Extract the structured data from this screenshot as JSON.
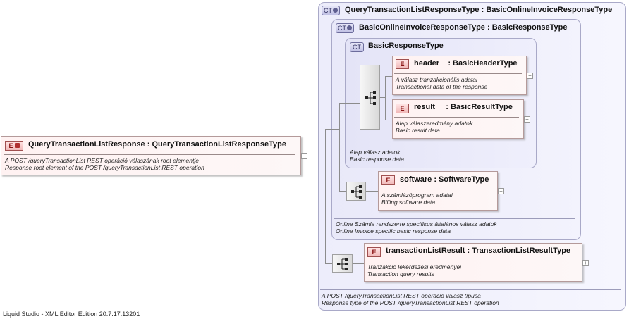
{
  "footer": "Liquid Studio - XML Editor Edition 20.7.17.13201",
  "root_element": {
    "badge": "E",
    "name": "QueryTransactionListResponse",
    "type": "QueryTransactionListResponseType",
    "doc_hu": "A POST /queryTransactionList REST operáció válaszának root elementje",
    "doc_en": "Response root element of the POST /queryTransactionList REST operation"
  },
  "outer_type": {
    "badge": "CT",
    "name": "QueryTransactionListResponseType",
    "base": "BasicOnlineInvoiceResponseType",
    "doc_hu": "A POST /queryTransactionList REST operáció válasz típusa",
    "doc_en": "Response type of the POST /queryTransactionList REST operation"
  },
  "middle_type": {
    "badge": "CT",
    "name": "BasicOnlineInvoiceResponseType",
    "base": "BasicResponseType",
    "doc_hu": "Online Számla rendszerre specifikus általános válasz adatok",
    "doc_en": "Online Invoice specific basic response data"
  },
  "inner_type": {
    "badge": "CT",
    "name": "BasicResponseType",
    "doc_hu": "Alap válasz adatok",
    "doc_en": "Basic response data"
  },
  "elements": {
    "header": {
      "badge": "E",
      "name": "header",
      "type": "BasicHeaderType",
      "doc_hu": "A válasz tranzakcionális adatai",
      "doc_en": "Transactional data of the response"
    },
    "result": {
      "badge": "E",
      "name": "result",
      "type": "BasicResultType",
      "doc_hu": "Alap válaszeredmény adatok",
      "doc_en": "Basic result data"
    },
    "software": {
      "badge": "E",
      "name": "software",
      "type": "SoftwareType",
      "doc_hu": "A számlázóprogram adatai",
      "doc_en": "Billing software data"
    },
    "transaction_list_result": {
      "badge": "E",
      "name": "transactionListResult",
      "type": "TransactionListResultType",
      "doc_hu": "Tranzakció lekérdezési eredményei",
      "doc_en": "Transaction query results"
    }
  },
  "symbols": {
    "type_separator": ":",
    "expand": "+",
    "collapse": "−"
  },
  "icons": {
    "sequence": "sequence-compositor-icon",
    "expand": "expand-icon"
  }
}
